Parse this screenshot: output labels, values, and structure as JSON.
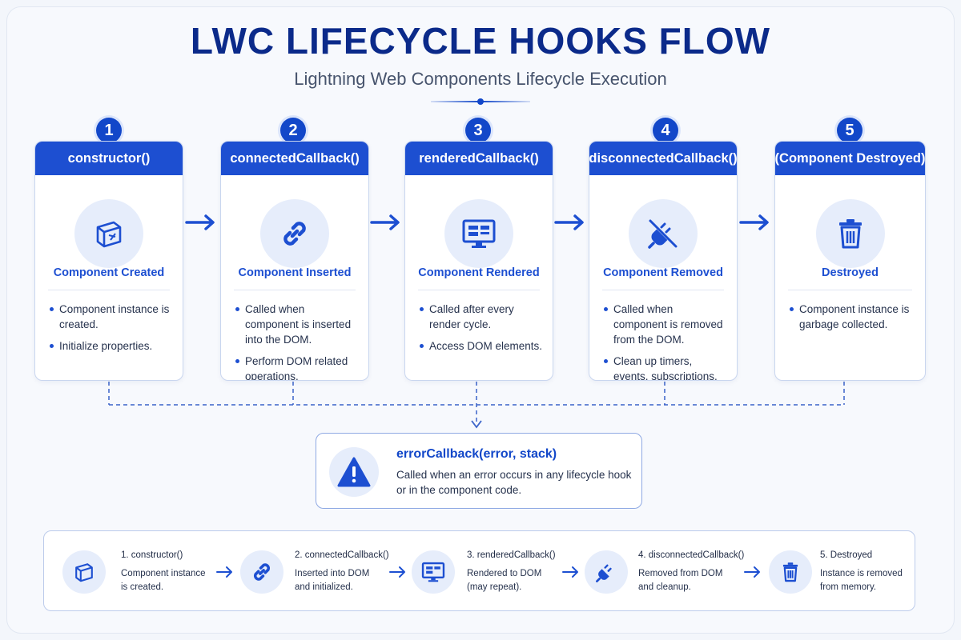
{
  "header": {
    "title": "LWC LIFECYCLE HOOKS FLOW",
    "subtitle": "Lightning Web Components Lifecycle Execution"
  },
  "colors": {
    "primary": "#1d4fd1",
    "title": "#0b2a8a",
    "icon_bg": "#e6edfb",
    "connector": "#3a63c9"
  },
  "steps": [
    {
      "number": "1",
      "hook": "constructor()",
      "icon": "cube-icon",
      "subtitle": "Component Created",
      "bullets": [
        "Component instance is created.",
        "Initialize properties."
      ]
    },
    {
      "number": "2",
      "hook": "connectedCallback()",
      "icon": "link-icon",
      "subtitle": "Component Inserted",
      "bullets": [
        "Called when component is inserted into the DOM.",
        "Perform DOM related operations."
      ]
    },
    {
      "number": "3",
      "hook": "renderedCallback()",
      "icon": "monitor-icon",
      "subtitle": "Component Rendered",
      "bullets": [
        "Called after every render cycle.",
        "Access DOM elements."
      ]
    },
    {
      "number": "4",
      "hook": "disconnectedCallback()",
      "icon": "unplug-icon",
      "subtitle": "Component Removed",
      "bullets": [
        "Called when component is removed from the DOM.",
        "Clean up timers, events, subscriptions."
      ]
    },
    {
      "number": "5",
      "hook": "(Component Destroyed)",
      "icon": "trash-icon",
      "subtitle": "Destroyed",
      "bullets": [
        "Component instance is garbage collected."
      ]
    }
  ],
  "error": {
    "icon": "warning-icon",
    "title": "errorCallback(error, stack)",
    "description": "Called when an error occurs in any lifecycle hook or in the component code."
  },
  "summary": [
    {
      "icon": "cube-icon",
      "title": "1. constructor()",
      "line1": "Component instance",
      "line2": "is created."
    },
    {
      "icon": "link-icon",
      "title": "2. connectedCallback()",
      "line1": "Inserted into DOM",
      "line2": "and initialized."
    },
    {
      "icon": "monitor-icon",
      "title": "3. renderedCallback()",
      "line1": "Rendered to DOM",
      "line2": "(may repeat)."
    },
    {
      "icon": "unplug-icon",
      "title": "4. disconnectedCallback()",
      "line1": "Removed from DOM",
      "line2": "and cleanup."
    },
    {
      "icon": "trash-icon",
      "title": "5. Destroyed",
      "line1": "Instance is removed",
      "line2": "from memory."
    }
  ]
}
